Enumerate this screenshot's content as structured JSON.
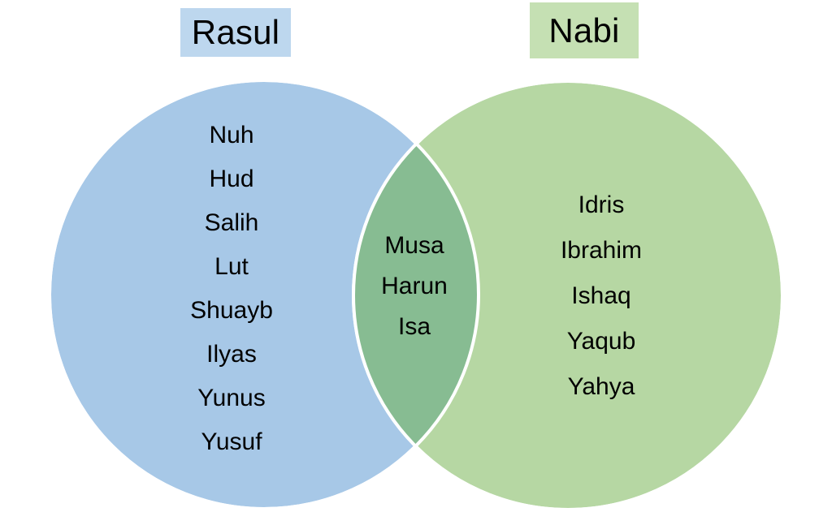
{
  "diagram": {
    "type": "venn",
    "set_count": 2,
    "background_color": "#ffffff",
    "left_set": {
      "title": "Rasul",
      "fill_color": "#a7c8e7",
      "label_box_color": "#bdd7ee",
      "members": [
        "Nuh",
        "Hud",
        "Salih",
        "Lut",
        "Shuayb",
        "Ilyas",
        "Yunus",
        "Yusuf"
      ]
    },
    "right_set": {
      "title": "Nabi",
      "fill_color": "#b6d7a3",
      "label_box_color": "#c5e0b3",
      "members": [
        "Idris",
        "Ibrahim",
        "Ishaq",
        "Yaqub",
        "Yahya"
      ]
    },
    "intersection": {
      "fill_color": "#87bc92",
      "outline_color": "#ffffff",
      "members": [
        "Musa",
        "Harun",
        "Isa"
      ]
    },
    "text_color": "#000000"
  }
}
